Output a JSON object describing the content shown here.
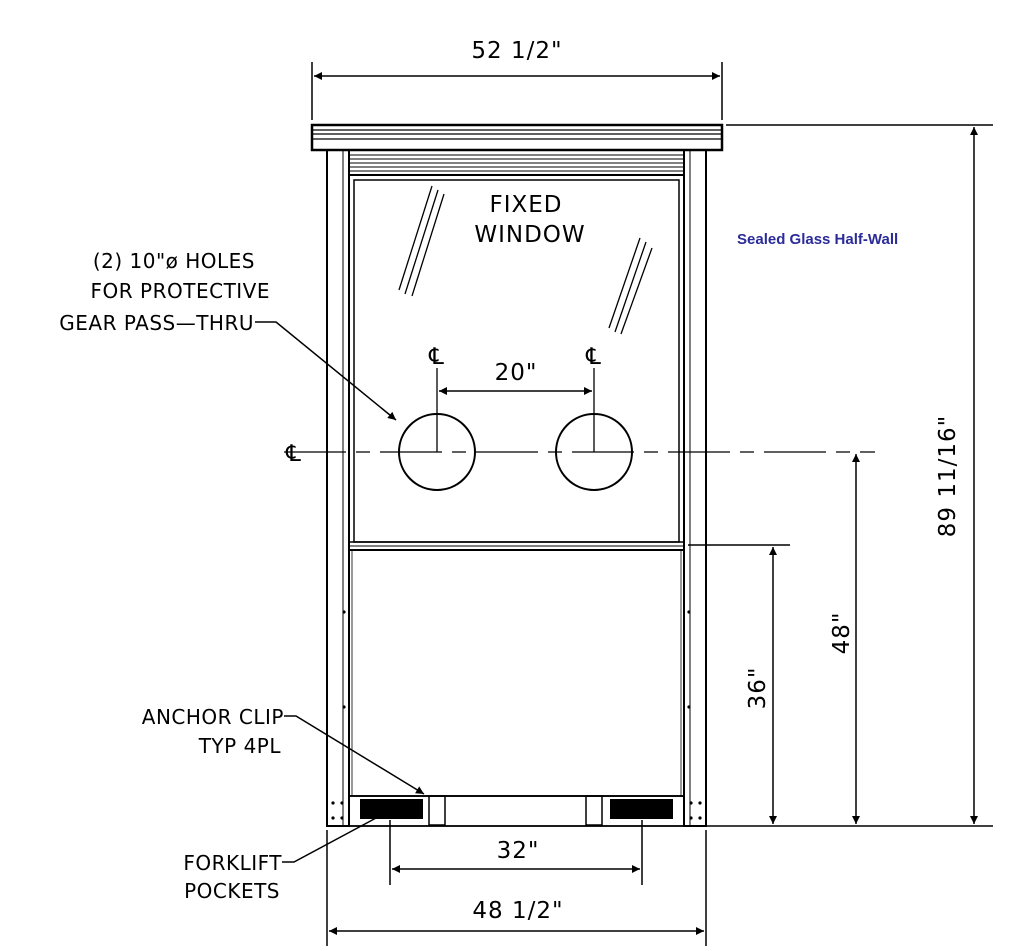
{
  "labels": {
    "top_width": "52 1/2\"",
    "window": [
      "FIXED",
      "WINDOW"
    ],
    "callout": "Sealed Glass Half-Wall",
    "holes_note": [
      "(2) 10\"ø HOLES",
      "FOR PROTECTIVE",
      "GEAR PASS—THRU"
    ],
    "centerline_symbol": "℄",
    "hole_spacing": "20\"",
    "overall_height": "89 11/16\"",
    "height_48": "48\"",
    "height_36": "36\"",
    "anchor_note": [
      "ANCHOR CLIP",
      "TYP 4PL"
    ],
    "forklift_note": [
      "FORKLIFT",
      "POCKETS"
    ],
    "pocket_spacing": "32\"",
    "bottom_width": "48 1/2\""
  },
  "colors": {
    "line": "#000000",
    "callout": "#2b2b9a",
    "background": "#ffffff"
  }
}
